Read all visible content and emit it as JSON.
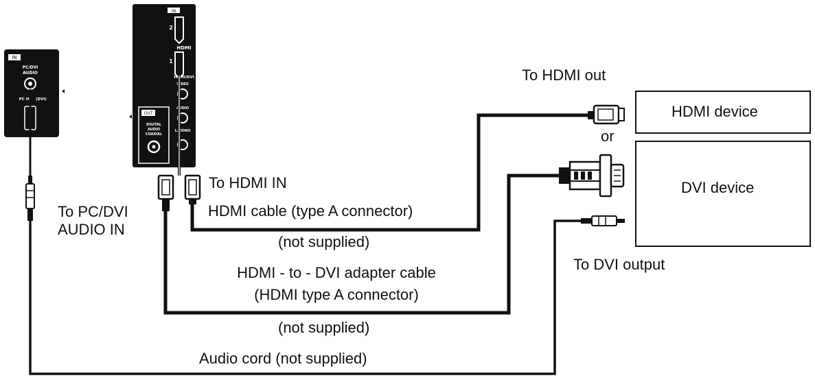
{
  "labels": {
    "hdmi_out": "To HDMI out",
    "hdmi_device": "HDMI device",
    "or": "or",
    "dvi_device": "DVI device",
    "to_hdmi_in": "To HDMI IN",
    "pc_dvi_audio_in_line1": "To PC/DVI",
    "pc_dvi_audio_in_line2": "AUDIO IN",
    "hdmi_cable": "HDMI cable (type A connector)",
    "not_supplied_1": "(not supplied)",
    "to_dvi_output": "To DVI output",
    "adapter_cable_line1": "HDMI - to - DVI adapter cable",
    "adapter_cable_line2": "(HDMI type A connector)",
    "not_supplied_2": "(not supplied)",
    "audio_cord": "Audio cord (not supplied)"
  },
  "panel_left": {
    "badge": "IN",
    "line1": "PC/DVI",
    "line2": "AUDIO",
    "line3": "PC IN",
    "line4": "(DVI)"
  },
  "panel_main": {
    "badge_in": "IN",
    "port2": "2",
    "port1": "1",
    "hdmi_logo": "HDMI",
    "hdmi_dvi": "HDMI/DVI",
    "video": "VIDEO",
    "audio": "AUDIO",
    "l_mono": "L/MONO",
    "badge_out": "OUT",
    "digital": "DIGITAL",
    "audio_out": "AUDIO",
    "coaxial": "COAXIAL"
  }
}
